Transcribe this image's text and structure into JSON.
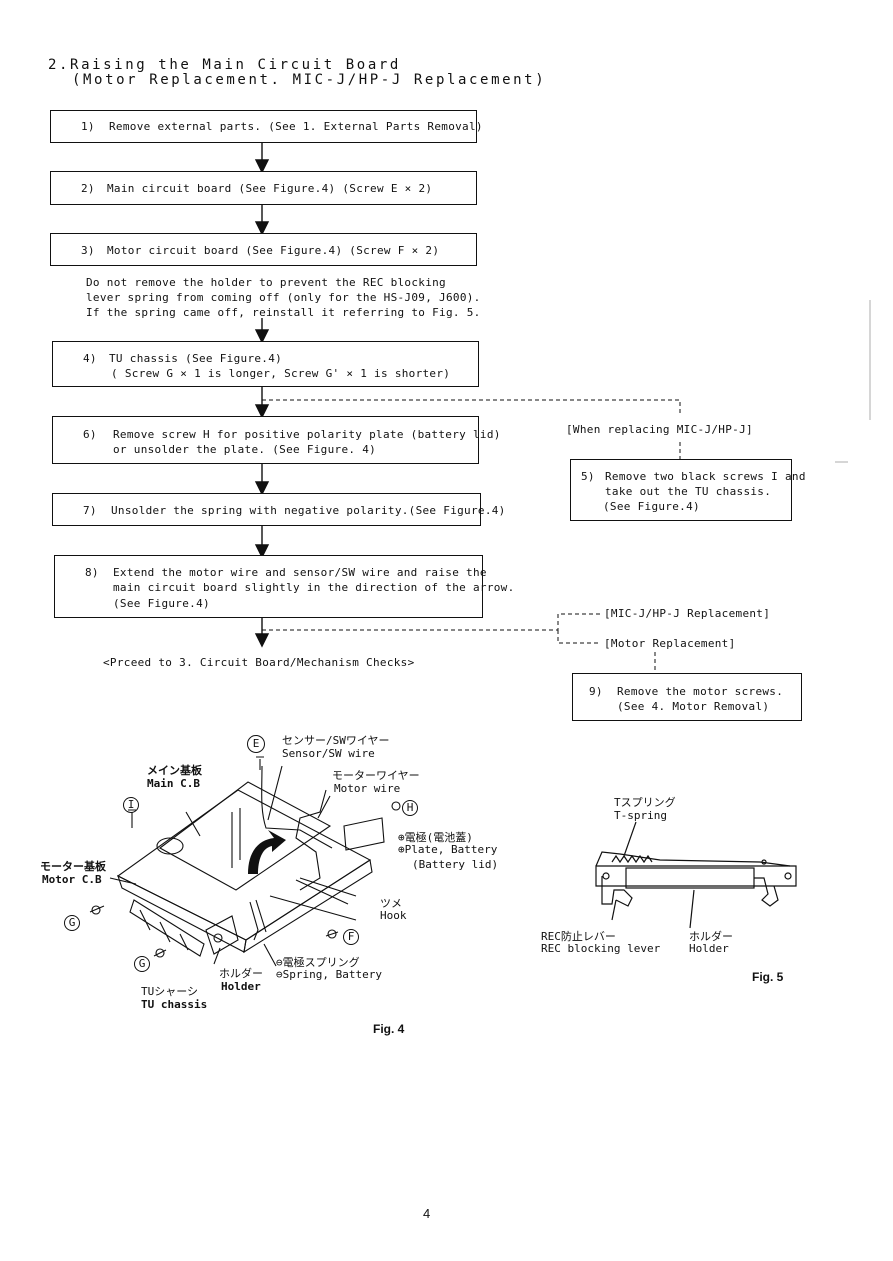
{
  "heading": {
    "line1": "2.Raising the Main Circuit Board",
    "line2": "(Motor Replacement. MIC-J/HP-J Replacement)"
  },
  "steps": [
    {
      "num": "1)",
      "text": "Remove external parts. (See 1. External Parts Removal)"
    },
    {
      "num": "2)",
      "text": "Main circuit board (See Figure.4) (Screw E × 2)"
    },
    {
      "num": "3)",
      "text": "Motor circuit board (See Figure.4) (Screw F × 2)"
    },
    {
      "num": "4)",
      "line1": "TU chassis (See Figure.4)",
      "line2": "( Screw G × 1 is longer, Screw G' × 1 is shorter)"
    },
    {
      "num": "5)",
      "line1": "Remove two black screws I and",
      "line2": "take out the TU chassis.",
      "line3": "(See Figure.4)"
    },
    {
      "num": "6)",
      "line1": "Remove screw H for positive polarity plate (battery lid)",
      "line2": "or unsolder the plate. (See Figure. 4)"
    },
    {
      "num": "7)",
      "text": "Unsolder the spring with negative polarity.(See Figure.4)"
    },
    {
      "num": "8)",
      "line1": "Extend the motor wire and sensor/SW wire and raise the",
      "line2": "main circuit board slightly in the direction of the arrow.",
      "line3": "(See Figure.4)"
    },
    {
      "num": "9)",
      "line1": "Remove the motor screws.",
      "line2": "(See 4. Motor Removal)"
    }
  ],
  "note": {
    "line1": "Do not remove the holder to prevent the REC blocking",
    "line2": "lever spring from coming off (only for the HS-J09, J600).",
    "line3": "If the spring came off, reinstall it referring to Fig. 5."
  },
  "branch_labels": {
    "mic_replacing": "[When replacing MIC-J/HP-J]",
    "mic_replacement": "[MIC-J/HP-J Replacement]",
    "motor_replacement": "[Motor Replacement]"
  },
  "proceed": "<Prceed to 3. Circuit Board/Mechanism Checks>",
  "fig4": {
    "caption": "Fig. 4",
    "labels": {
      "screw_e": "E",
      "sensor_jp": "センサー/SWワイヤー",
      "sensor_en": "Sensor/SW wire",
      "main_jp": "メイン基板",
      "main_en": "Main C.B",
      "motor_wire_jp": "モーターワイヤー",
      "motor_wire_en": "Motor wire",
      "screw_i": "I",
      "screw_h": "H",
      "plate_jp": "⊕電極(電池蓋)",
      "plate_en": "⊕Plate, Battery",
      "plate_en2": "(Battery lid)",
      "motor_cb_jp": "モーター基板",
      "motor_cb_en": "Motor C.B",
      "screw_g1": "G",
      "hook_jp": "ツメ",
      "hook_en": "Hook",
      "screw_f": "F",
      "screw_g2": "G",
      "spring_jp": "⊖電極スプリング",
      "spring_en": "⊖Spring, Battery",
      "holder_jp": "ホルダー",
      "holder_en": "Holder",
      "tu_jp": "TUシャーシ",
      "tu_en": "TU chassis"
    }
  },
  "fig5": {
    "caption": "Fig. 5",
    "labels": {
      "tspring_jp": "Tスプリング",
      "tspring_en": "T-spring",
      "rec_jp": "REC防止レバー",
      "rec_en": "REC blocking lever",
      "holder_jp": "ホルダー",
      "holder_en": "Holder"
    }
  },
  "page_number": "4"
}
